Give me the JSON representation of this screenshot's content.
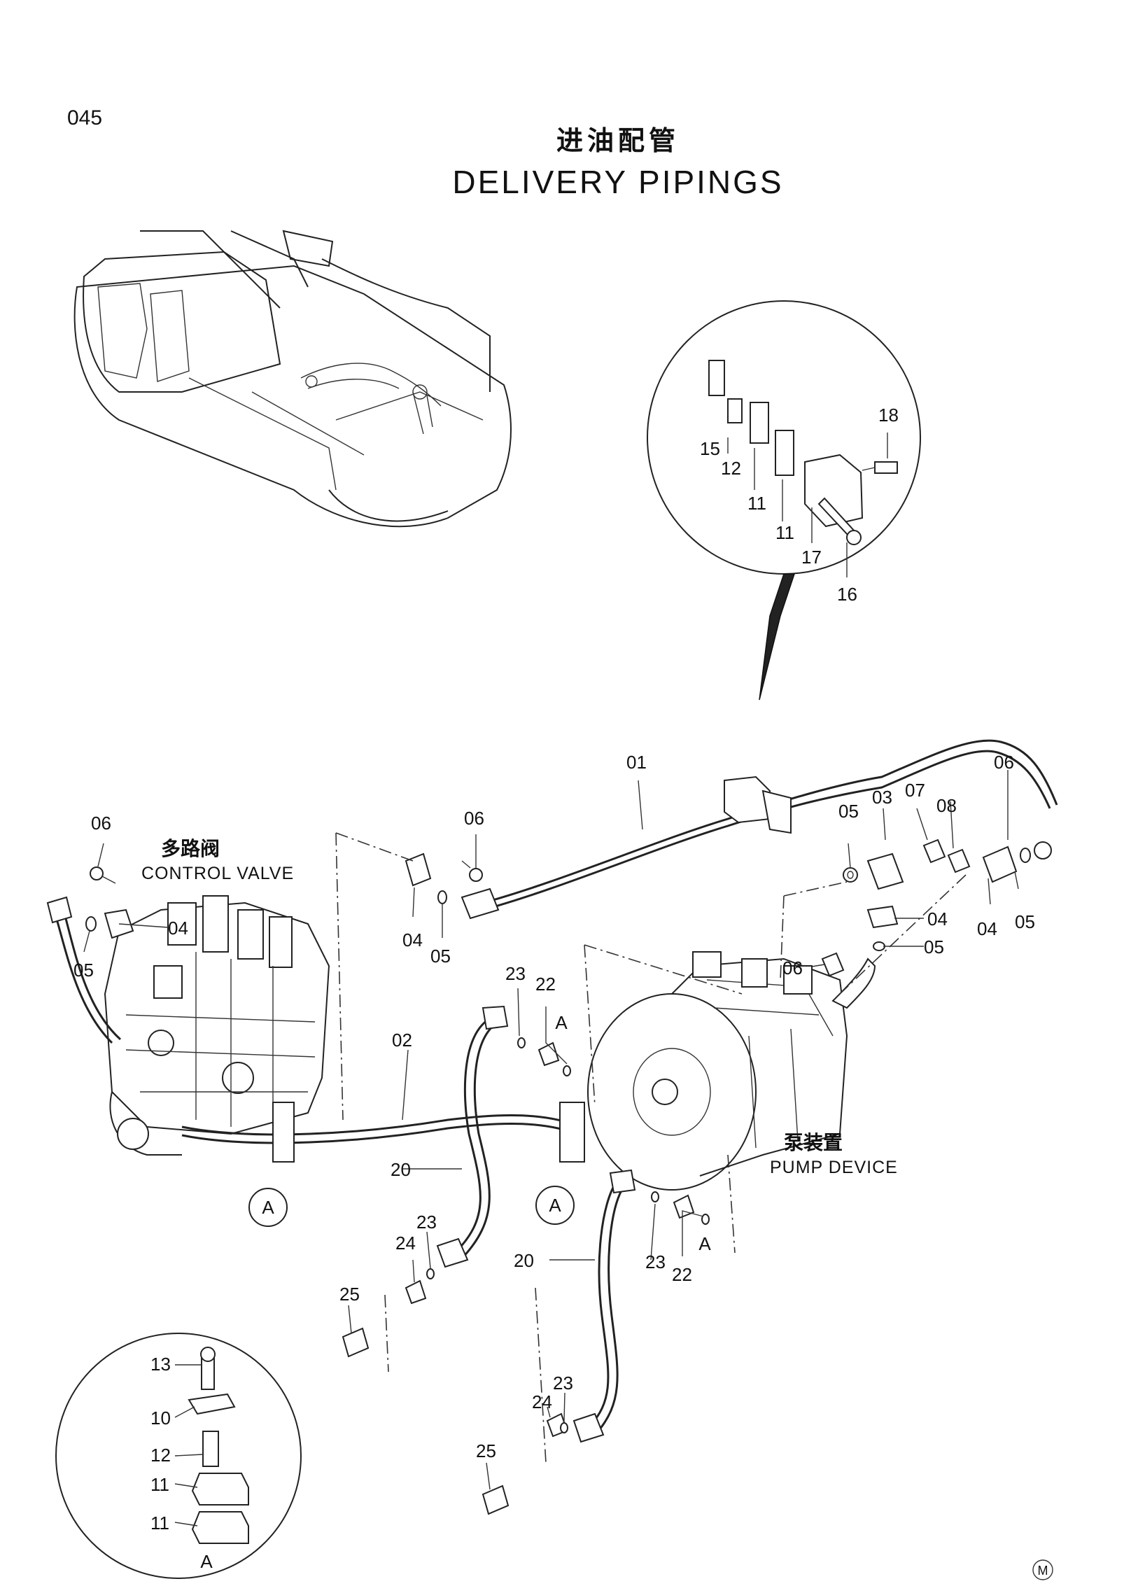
{
  "page": {
    "number": "045",
    "title_cn": "进油配管",
    "title_en": "DELIVERY PIPINGS",
    "mark": "M"
  },
  "components": {
    "control_valve_cn": "多路阀",
    "control_valve_en": "CONTROL VALVE",
    "pump_device_cn": "泵装置",
    "pump_device_en": "PUMP DEVICE"
  },
  "detail_refs": {
    "circle_a": "A",
    "arrow_a": "A"
  },
  "callouts": {
    "p01": "01",
    "p02": "02",
    "p03": "03",
    "p04": "04",
    "p05": "05",
    "p06": "06",
    "p07": "07",
    "p08": "08",
    "p10": "10",
    "p11": "11",
    "p12": "12",
    "p13": "13",
    "p15": "15",
    "p16": "16",
    "p17": "17",
    "p18": "18",
    "p20": "20",
    "p22": "22",
    "p23": "23",
    "p24": "24",
    "p25": "25"
  }
}
